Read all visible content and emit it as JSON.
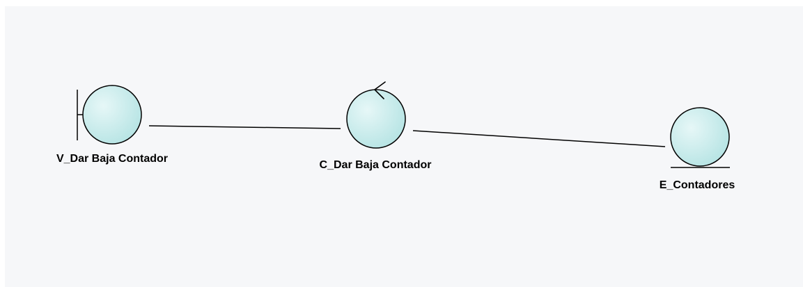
{
  "diagram": {
    "type": "robustness-diagram",
    "colors": {
      "background": "#f6f7f9",
      "node_fill_light": "#e6f7f7",
      "node_fill_dark": "#b4e3e3",
      "node_stroke": "#000000",
      "line": "#000000"
    },
    "nodes": [
      {
        "id": "boundary",
        "kind": "boundary",
        "label": "V_Dar Baja Contador"
      },
      {
        "id": "control",
        "kind": "control",
        "label": "C_Dar Baja Contador"
      },
      {
        "id": "entity",
        "kind": "entity",
        "label": "E_Contadores"
      }
    ],
    "links": [
      {
        "from": "boundary",
        "to": "control"
      },
      {
        "from": "control",
        "to": "entity"
      }
    ]
  }
}
